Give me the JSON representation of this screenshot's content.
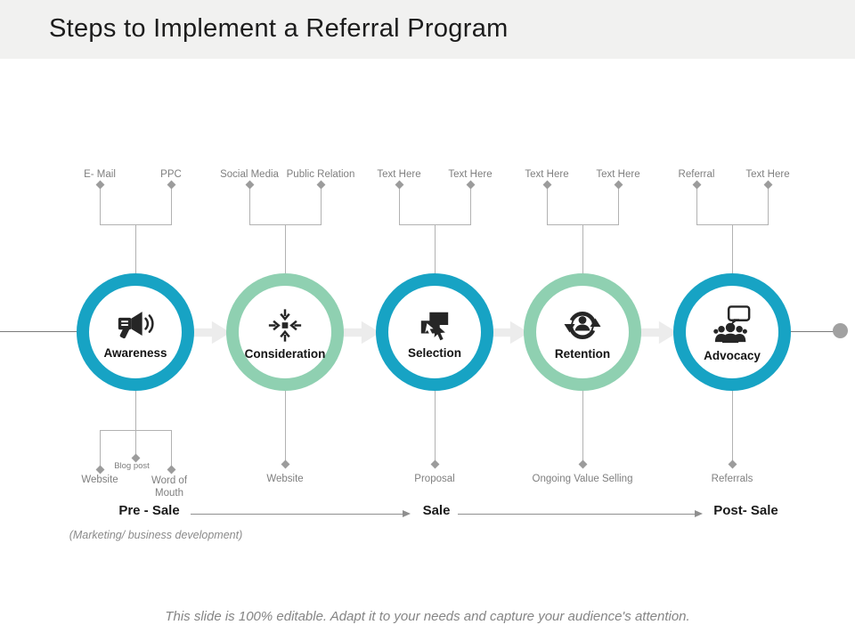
{
  "slide": {
    "title": "Steps to Implement a Referral Program",
    "footer": "This slide is 100% editable. Adapt it to your needs and capture your audience's attention."
  },
  "colors": {
    "header_band": "#f1f1f0",
    "teal_ring": "#17a3c4",
    "mint_ring": "#8fd0b1",
    "icon_black": "#262626",
    "label_gray": "#7f7f7f",
    "connector_gray": "#b2b2b2",
    "flow_arrow_gray": "#ececec",
    "timeline_dot_gray": "#a1a1a1"
  },
  "stages": [
    {
      "name": "Awareness",
      "icon": "megaphone-icon",
      "ring_color": "#17a3c4",
      "top_labels": [
        "E- Mail",
        "PPC"
      ],
      "bottom_labels": [
        "Website",
        "Blog post",
        "Word of Mouth"
      ]
    },
    {
      "name": "Consideration",
      "icon": "converging-arrows-icon",
      "ring_color": "#8fd0b1",
      "top_labels": [
        "Social Media",
        "Public Relation"
      ],
      "bottom_labels": [
        "Website"
      ]
    },
    {
      "name": "Selection",
      "icon": "selection-cursor-icon",
      "ring_color": "#17a3c4",
      "top_labels": [
        "Text Here",
        "Text Here"
      ],
      "bottom_labels": [
        "Proposal"
      ]
    },
    {
      "name": "Retention",
      "icon": "person-cycle-icon",
      "ring_color": "#8fd0b1",
      "top_labels": [
        "Text Here",
        "Text Here"
      ],
      "bottom_labels": [
        "Ongoing Value Selling"
      ]
    },
    {
      "name": "Advocacy",
      "icon": "people-speech-bubble-icon",
      "ring_color": "#17a3c4",
      "top_labels": [
        "Referral",
        "Text Here"
      ],
      "bottom_labels": [
        "Referrals"
      ]
    }
  ],
  "timeline": {
    "phases": [
      "Pre - Sale",
      "Sale",
      "Post- Sale"
    ],
    "note": "(Marketing/ business development)"
  }
}
